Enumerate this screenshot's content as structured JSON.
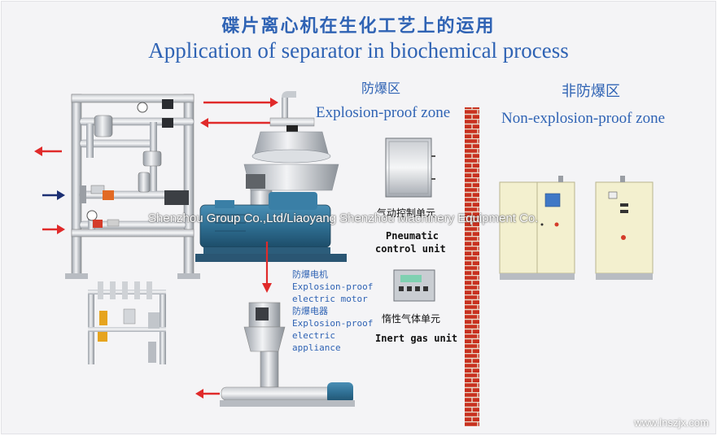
{
  "title": {
    "chinese": "碟片离心机在生化工艺上的运用",
    "english": "Application of separator in biochemical process"
  },
  "zones": {
    "explosion_proof": {
      "cn": "防爆区",
      "en": "Explosion-proof zone"
    },
    "non_explosion_proof": {
      "cn": "非防爆区",
      "en": "Non-explosion-proof zone"
    }
  },
  "labels": {
    "pneumatic_cn": "气动控制单元",
    "pneumatic_en_line1": "Pneumatic",
    "pneumatic_en_line2": "control unit",
    "inert_cn": "惰性气体单元",
    "inert_en": "Inert gas unit",
    "motor_cn": "防爆电机",
    "motor_en_line1": "Explosion-proof",
    "motor_en_line2": "electric motor",
    "appliance_cn": "防爆电器",
    "appliance_en_line1": "Explosion-proof",
    "appliance_en_line2": "electric",
    "appliance_en_line3": "appliance"
  },
  "watermark": "Shenzhou Group Co.,Ltd/Liaoyang Shenzhou Machinery Equipment Co.",
  "website": "www.lnszjx.com",
  "colors": {
    "title": "#2f63b4",
    "arrow_red": "#e02a2a",
    "arrow_blue": "#1b2f73",
    "brick": "#c8311f",
    "motor": "#2f6f93",
    "cabinet": "#f3f0cf"
  }
}
